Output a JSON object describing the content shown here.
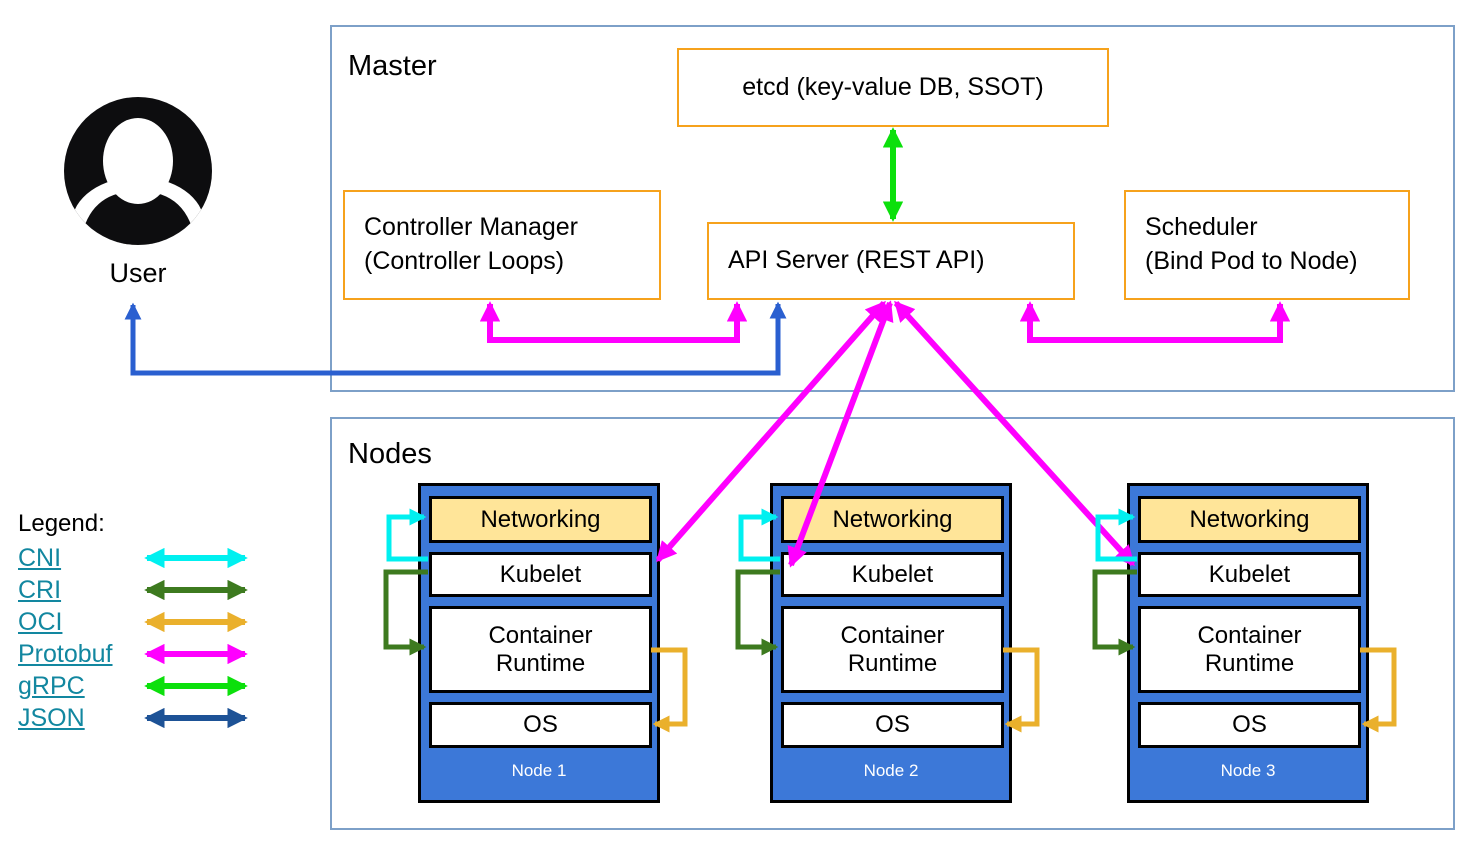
{
  "colors": {
    "section_border": "#7da0c8",
    "component_border": "#f6a21c",
    "node_fill": "#3c78d8",
    "networking_fill": "#ffe599",
    "cni": "#00f0f0",
    "cri": "#3d7a1f",
    "oci": "#eab02c",
    "protobuf": "#ff00ff",
    "grpc": "#0ce00c",
    "json": "#1d5296",
    "user_json": "#2a5fd0",
    "link": "#1287a0"
  },
  "user": {
    "label": "User"
  },
  "master": {
    "label": "Master",
    "etcd": "etcd (key-value DB, SSOT)",
    "controller_manager_line1": "Controller Manager",
    "controller_manager_line2": "(Controller Loops)",
    "api_server": "API Server (REST API)",
    "scheduler_line1": "Scheduler",
    "scheduler_line2": "(Bind Pod to Node)"
  },
  "nodes_section": {
    "label": "Nodes",
    "nodes": [
      {
        "name": "Node 1",
        "layers": [
          "Networking",
          "Kubelet",
          "Container Runtime",
          "OS"
        ]
      },
      {
        "name": "Node 2",
        "layers": [
          "Networking",
          "Kubelet",
          "Container Runtime",
          "OS"
        ]
      },
      {
        "name": "Node 3",
        "layers": [
          "Networking",
          "Kubelet",
          "Container Runtime",
          "OS"
        ]
      }
    ]
  },
  "legend": {
    "title": "Legend:",
    "items": [
      {
        "label": "CNI"
      },
      {
        "label": "CRI"
      },
      {
        "label": "OCI"
      },
      {
        "label": "Protobuf"
      },
      {
        "label": "gRPC"
      },
      {
        "label": "JSON"
      }
    ]
  }
}
